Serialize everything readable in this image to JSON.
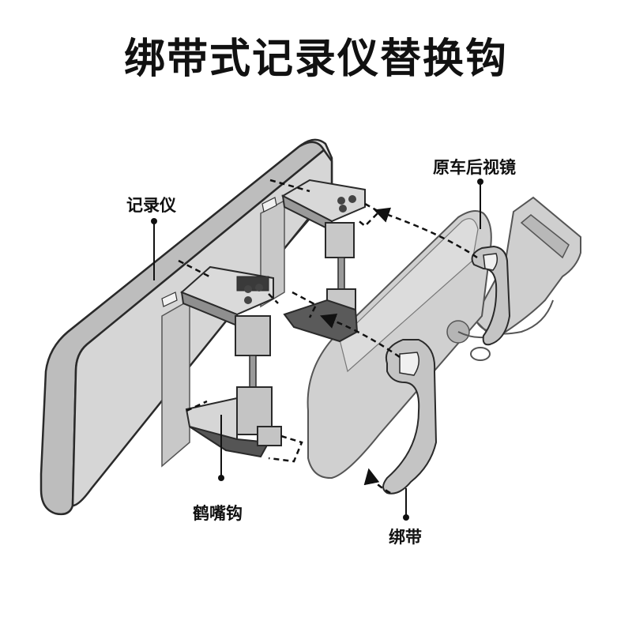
{
  "title": "绑带式记录仪替换钩",
  "labels": {
    "recorder": "记录仪",
    "original_mirror": "原车后视镜",
    "hook": "鹤嘴钩",
    "strap": "绑带"
  },
  "colors": {
    "body_fill": "#d3d3d3",
    "body_dark": "#b8b8b8",
    "outline": "#2a2a2a",
    "hook_fill": "#cfcfcf",
    "hook_dark": "#4a4a4a",
    "strap_fill": "#c4c4c4",
    "text": "#111111"
  }
}
